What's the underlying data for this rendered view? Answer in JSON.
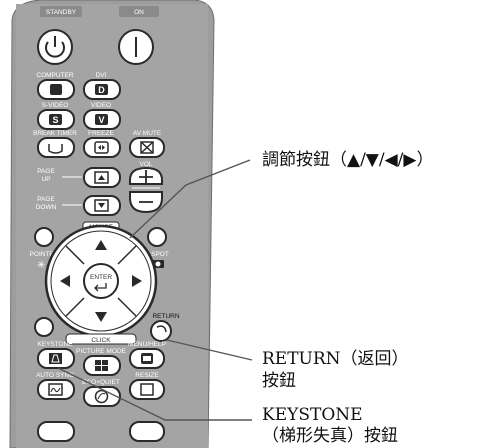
{
  "remote": {
    "standby": "STANDBY",
    "on": "ON",
    "computer": "COMPUTER",
    "dvi": "DVI",
    "dvi_key": "D",
    "svideo": "S-VIDEO",
    "svideo_key": "S",
    "video": "VIDEO",
    "video_key": "V",
    "break_timer": "BREAK TIMER",
    "freeze": "FREEZE",
    "av_mute": "AV MUTE",
    "vol": "VOL",
    "page_up_1": "PAGE",
    "page_up_2": "UP",
    "page_down_1": "PAGE",
    "page_down_2": "DOWN",
    "mouse": "MOUSE",
    "pointer": "POINTER",
    "spot": "SPOT",
    "enter": "ENTER",
    "return": "RETURN",
    "keystone": "KEYSTONE",
    "click": "CLICK",
    "picture_mode": "PICTURE MODE",
    "menu_help": "MENU/HELP",
    "auto_sync": "AUTO SYNC",
    "eco_quiet": "ECO+QUIET",
    "resize": "RESIZE"
  },
  "callouts": {
    "adjust": "調節按鈕（▲/▼/◀/▶）",
    "return_line1": "RETURN（返回）",
    "return_line2": "按鈕",
    "keystone_line1": "KEYSTONE",
    "keystone_line2": "（梯形失真）按鈕"
  },
  "colors": {
    "body": "#9d9d9d",
    "button_face": "#ffffff",
    "button_outline": "#2a2a2a",
    "leader_line": "#555555"
  }
}
